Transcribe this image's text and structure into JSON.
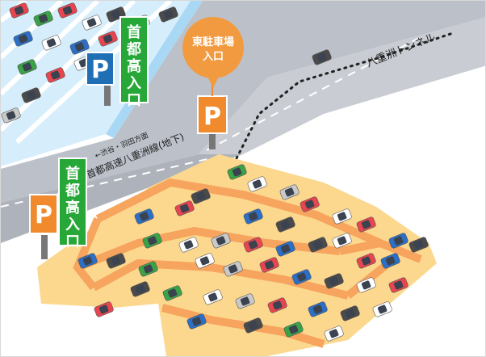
{
  "map": {
    "bubble_label_line1": "東駐車場",
    "bubble_label_line2": "入口",
    "tunnel_label": "八重洲トンネル",
    "expressway_label": "首都高速八重洲線(地下)",
    "direction_label": "←渋谷・羽田方面",
    "sign_top": "首都高入口",
    "sign_left": "首都高入口",
    "parking_symbol": "P"
  },
  "colors": {
    "road": "#b8bcc4",
    "road_dark": "#8e949e",
    "lot": "#fbd48a",
    "lane": "#f7a25a",
    "water_lot": "#cfe9fb",
    "sign_green": "#27a737",
    "sign_orange": "#f08a2c",
    "sign_blue": "#1f6fb5"
  }
}
